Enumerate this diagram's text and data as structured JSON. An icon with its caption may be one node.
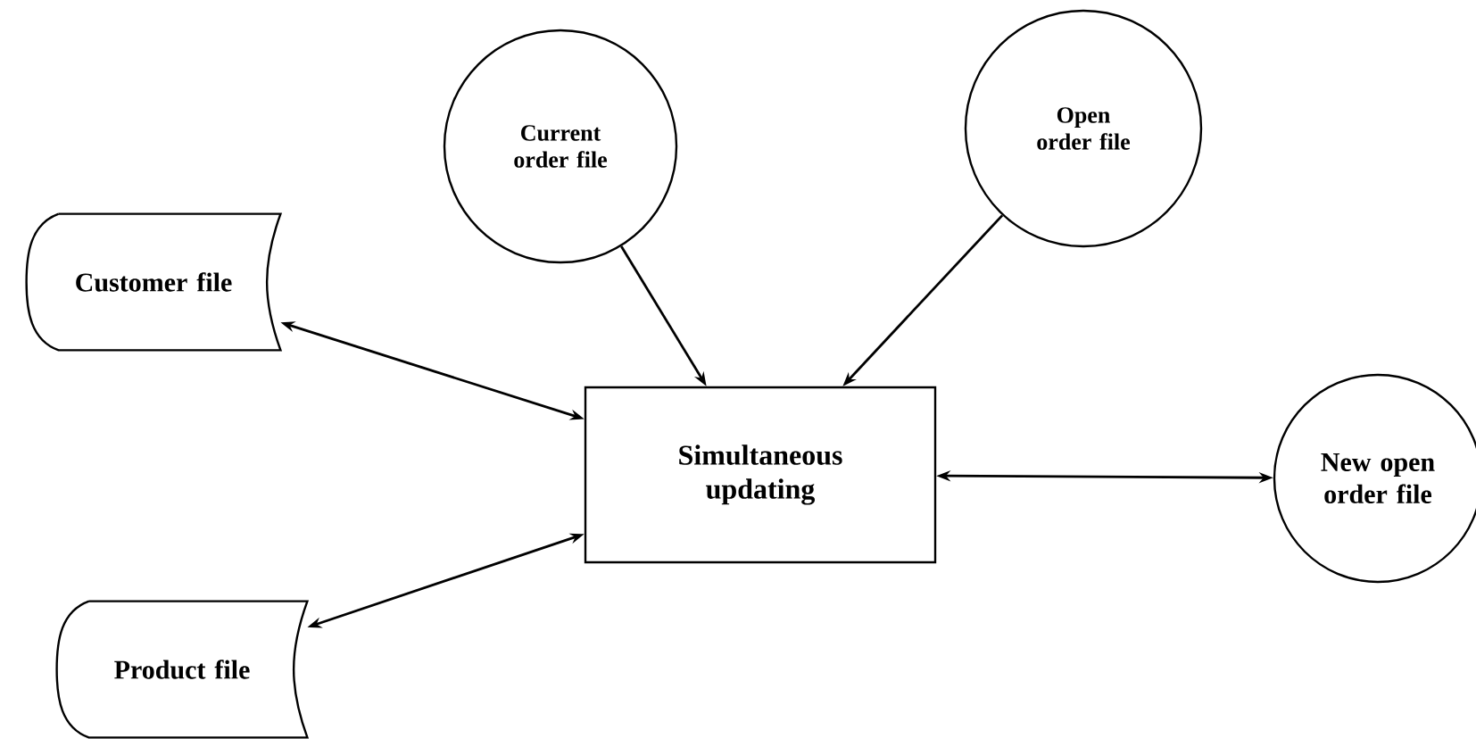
{
  "diagram": {
    "nodes": [
      {
        "text": [
          "Current order file"
        ]
      },
      {
        "text": [
          "Open order file"
        ]
      },
      {
        "text": [
          "Customer file"
        ]
      },
      {
        "text": [
          "Simultaneous updating"
        ]
      },
      {
        "text": [
          "New open order file"
        ]
      },
      {
        "text": [
          "Product file"
        ]
      }
    ],
    "edges": [
      {
        "from": 2,
        "to": 3,
        "arrow": "both"
      },
      {
        "from": 0,
        "to": 3,
        "arrow": "to"
      },
      {
        "from": 1,
        "to": 3,
        "arrow": "to"
      },
      {
        "from": 3,
        "to": 4,
        "arrow": "both"
      },
      {
        "from": 3,
        "to": 5,
        "arrow": "both"
      }
    ]
  }
}
